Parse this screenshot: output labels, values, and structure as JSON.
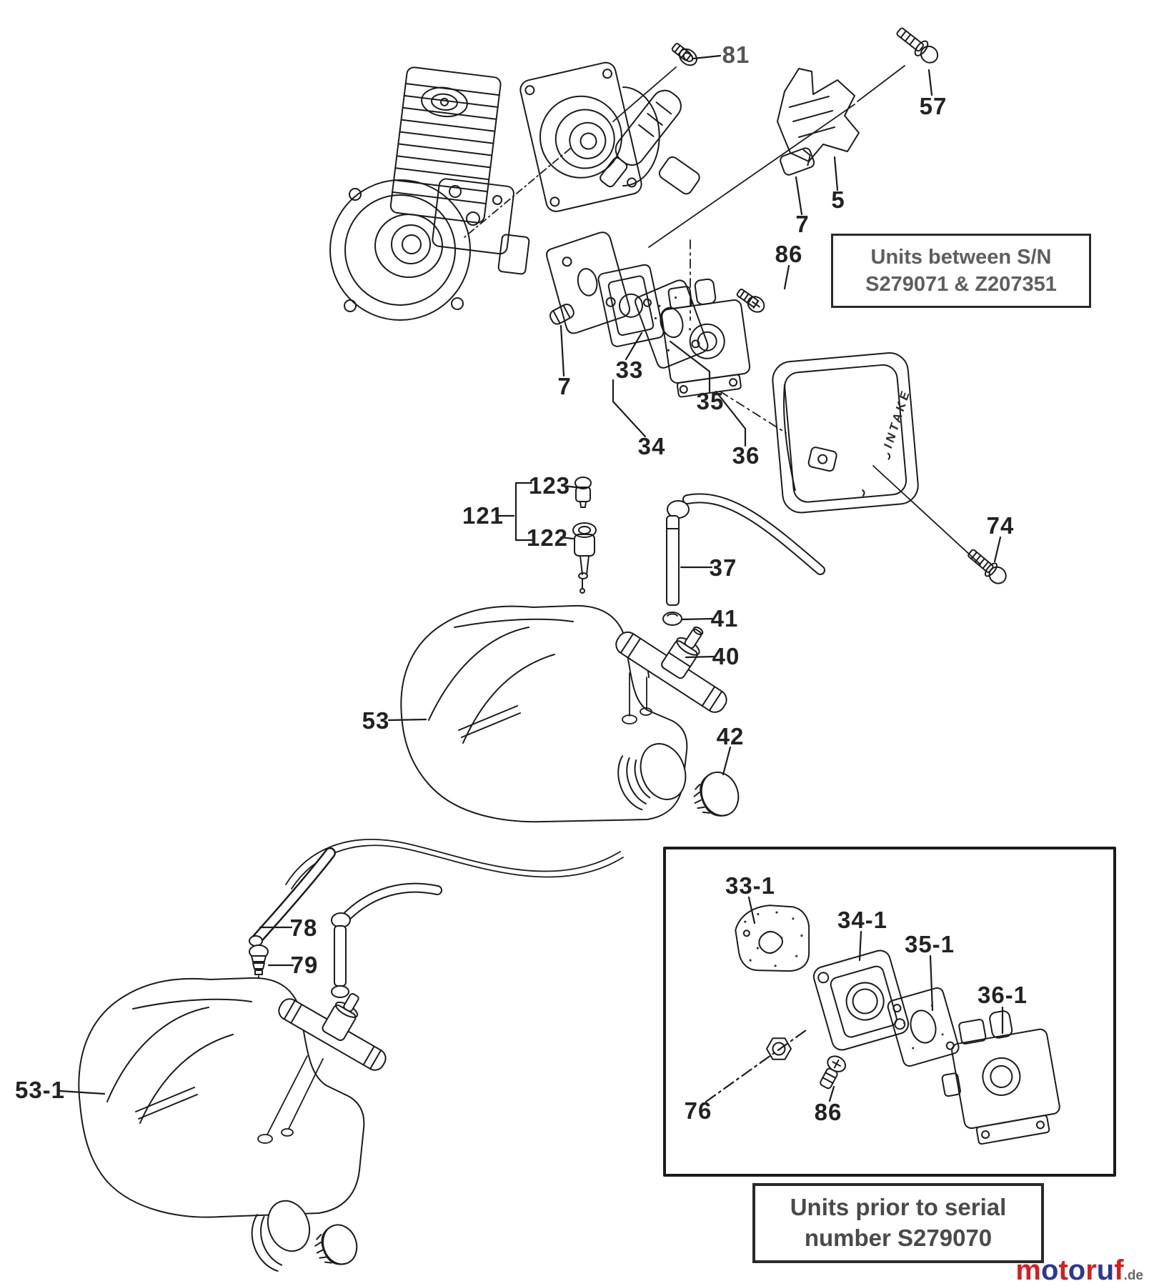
{
  "notes": {
    "between": {
      "line1": "Units between S/N",
      "line2": "S279071 & Z207351"
    },
    "prior": {
      "line1": "Units prior to serial",
      "line2": "number S279070"
    }
  },
  "intake_label": "INTAKE",
  "labels": [
    {
      "text": "81"
    },
    {
      "text": "57"
    },
    {
      "text": "5"
    },
    {
      "text": "7"
    },
    {
      "text": "86"
    },
    {
      "text": "7"
    },
    {
      "text": "33"
    },
    {
      "text": "34"
    },
    {
      "text": "35"
    },
    {
      "text": "36"
    },
    {
      "text": "74"
    },
    {
      "text": "121"
    },
    {
      "text": "122"
    },
    {
      "text": "123"
    },
    {
      "text": "37"
    },
    {
      "text": "41"
    },
    {
      "text": "40"
    },
    {
      "text": "53"
    },
    {
      "text": "42"
    },
    {
      "text": "78"
    },
    {
      "text": "79"
    },
    {
      "text": "53-1"
    },
    {
      "text": "33-1"
    },
    {
      "text": "34-1"
    },
    {
      "text": "35-1"
    },
    {
      "text": "36-1"
    },
    {
      "text": "76"
    },
    {
      "text": "86"
    }
  ],
  "logo": {
    "letters": [
      {
        "ch": "m",
        "style": "color:#d31e25"
      },
      {
        "ch": "o",
        "style": "color:#2b3990"
      },
      {
        "ch": "t",
        "style": "color:#d31e25"
      },
      {
        "ch": "o",
        "style": "color:#2b3990"
      },
      {
        "ch": "r",
        "style": "color:#d31e25"
      },
      {
        "ch": "u",
        "style": "color:#2b3990"
      },
      {
        "ch": "f",
        "style": "color:#d31e25"
      }
    ],
    "suffix": ".de"
  },
  "colors": {
    "line": "#1b1b1b",
    "note_text": "#5e5e5e",
    "logo_red": "#d31e25",
    "logo_blue": "#2b3990"
  }
}
